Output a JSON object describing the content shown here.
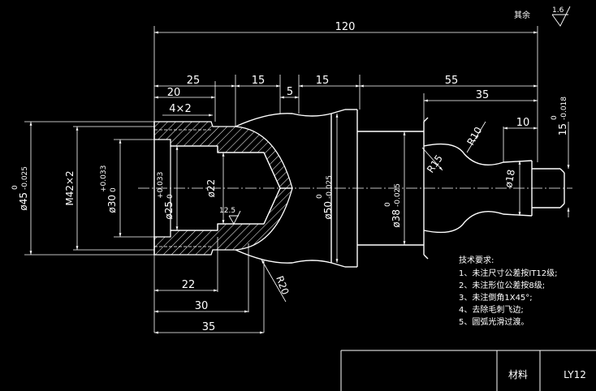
{
  "surface_finish": {
    "value": "1.6",
    "label": "其余"
  },
  "dimensions": {
    "overall_length": "120",
    "d25": "25",
    "d20": "20",
    "d15a": "15",
    "d5": "5",
    "d15b": "15",
    "d55": "55",
    "d35_right": "35",
    "d10": "10",
    "chamfer": "4×2",
    "d22": "22",
    "d30": "30",
    "d35_bottom": "35",
    "dia45": "ø45",
    "dia45_tol_up": "0",
    "dia45_tol_low": "-0.025",
    "thread": "M42×2",
    "dia30": "ø30",
    "dia30_tol_up": "+0.033",
    "dia30_tol_low": "0",
    "dia25": "ø25",
    "dia25_tol_up": "+0.033",
    "dia25_tol_low": "0",
    "dia22": "ø22",
    "roughness_inner": "12.5",
    "dia50": "ø50",
    "dia50_tol_up": "0",
    "dia50_tol_low": "-0.025",
    "dia38": "ø38",
    "dia38_tol_up": "0",
    "dia38_tol_low": "-0.025",
    "r10": "R10",
    "r15": "R15",
    "dia18": "ø18",
    "dia15_tol": "15",
    "dia15_tol_up": "0",
    "dia15_tol_low": "-0.018",
    "r20": "R20"
  },
  "notes": {
    "title": "技术要求:",
    "items": [
      "1、未注尺寸公差按IT12级;",
      "2、未注形位公差按8级;",
      "3、未注倒角1X45°;",
      "4、去除毛刺飞边;",
      "5、圆弧光滑过渡。"
    ]
  },
  "title_block": {
    "material_label": "材料",
    "material_value": "LY12"
  }
}
